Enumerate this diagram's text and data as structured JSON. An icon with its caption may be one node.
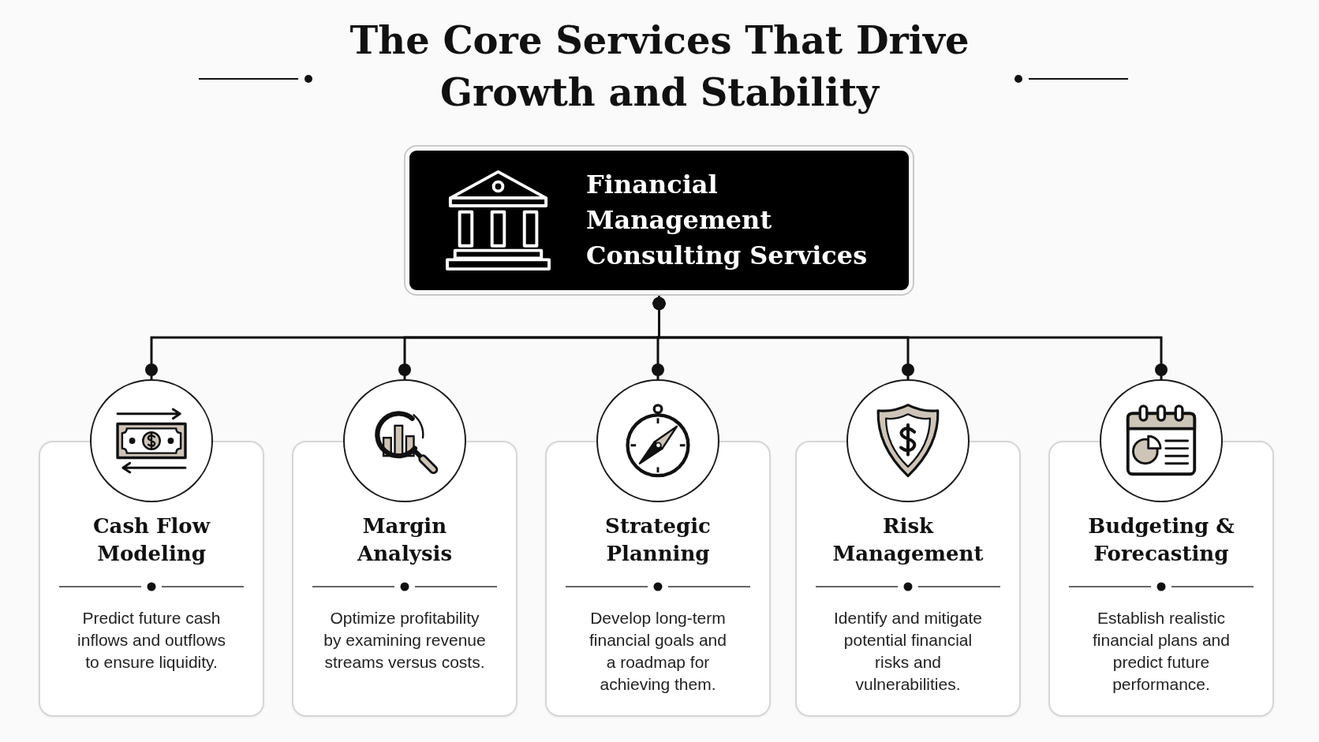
{
  "diagram": {
    "title": "The Core Services That Drive Growth and Stability",
    "nodes": [
      {
        "text": [
          "Financial Management Consulting Services"
        ]
      },
      {
        "text": [],
        "shape": "circle"
      },
      {
        "text": [],
        "shape": "circle"
      },
      {
        "text": [],
        "shape": "circle"
      },
      {
        "text": [],
        "shape": "circle"
      },
      {
        "text": [],
        "shape": "circle"
      },
      {
        "text": [
          "Cash Flow Modeling",
          "Predict future cash inflows and outflows to ensure liquidity."
        ]
      },
      {
        "text": [
          "Margin Analysis",
          "Optimize profitability by examining revenue streams versus costs."
        ]
      },
      {
        "text": [
          "Strategic Planning",
          "Develop long-term financial goals and a roadmap for achieving them."
        ]
      },
      {
        "text": [
          "Risk Management",
          "Identify and mitigate potential financial risks and vulnerabilities."
        ]
      },
      {
        "text": [
          "Budgeting & Forecasting",
          "Establish realistic financial plans and predict future performance."
        ]
      }
    ],
    "edges": [
      {
        "from": 0,
        "to": 1,
        "arrow": "other"
      },
      {
        "from": 0,
        "to": 2,
        "arrow": "other"
      },
      {
        "from": 0,
        "to": 3,
        "arrow": "other"
      },
      {
        "from": 0,
        "to": 4,
        "arrow": "other"
      },
      {
        "from": 0,
        "to": 5,
        "arrow": "other"
      }
    ]
  }
}
